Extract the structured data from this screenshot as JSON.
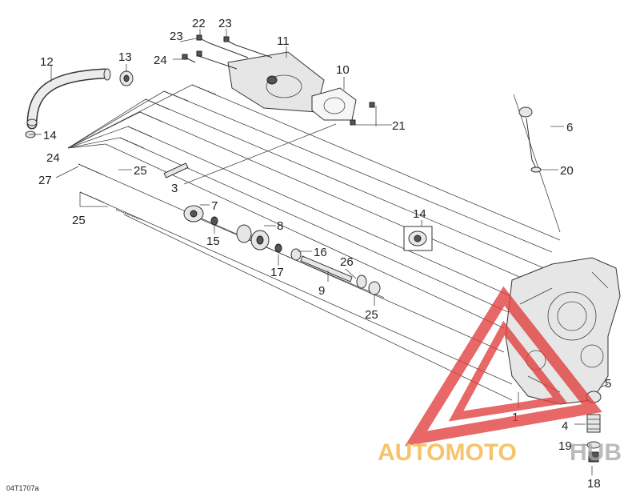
{
  "diagram_code": "04T1707a",
  "watermark": {
    "left": "AUTOMOTO",
    "right": "HUB",
    "left_color": "#f5b341",
    "right_color": "#a9a9a9",
    "triangle_color": "#e23d3d"
  },
  "callouts": [
    "1",
    "3",
    "4",
    "5",
    "6",
    "7",
    "8",
    "9",
    "10",
    "11",
    "12",
    "13",
    "14",
    "14",
    "15",
    "16",
    "17",
    "18",
    "19",
    "20",
    "21",
    "22",
    "23",
    "23",
    "24",
    "24",
    "25",
    "25",
    "25",
    "26",
    "27"
  ]
}
